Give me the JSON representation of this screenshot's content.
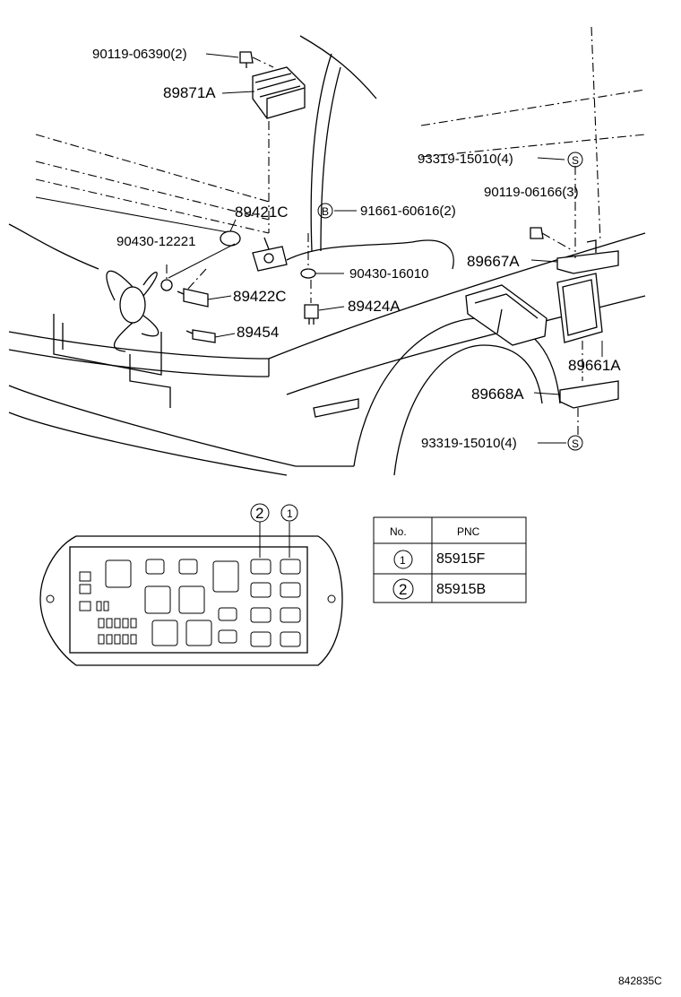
{
  "diagram_code": "842835C",
  "callouts": [
    {
      "id": "c1",
      "text": "90119-06390(2)"
    },
    {
      "id": "c2",
      "text": "89871A"
    },
    {
      "id": "c3",
      "text": "93319-15010(4)"
    },
    {
      "id": "c4",
      "text": "90119-06166(3)"
    },
    {
      "id": "c5",
      "text": "89421C"
    },
    {
      "id": "c6",
      "text": "91661-60616(2)"
    },
    {
      "id": "c7",
      "text": "90430-12221"
    },
    {
      "id": "c8",
      "text": "90430-16010"
    },
    {
      "id": "c9",
      "text": "89667A"
    },
    {
      "id": "c10",
      "text": "89422C"
    },
    {
      "id": "c11",
      "text": "89424A"
    },
    {
      "id": "c12",
      "text": "89454"
    },
    {
      "id": "c13",
      "text": "89661A"
    },
    {
      "id": "c14",
      "text": "89668A"
    },
    {
      "id": "c15",
      "text": "93319-15010(4)"
    }
  ],
  "symbols": {
    "s_mark": "S",
    "b_mark": "B",
    "circle_1": "1",
    "circle_2": "2"
  },
  "table": {
    "headers": [
      "No.",
      "PNC"
    ],
    "rows": [
      {
        "no": "1",
        "pnc": "85915F"
      },
      {
        "no": "2",
        "pnc": "85915B"
      }
    ]
  }
}
